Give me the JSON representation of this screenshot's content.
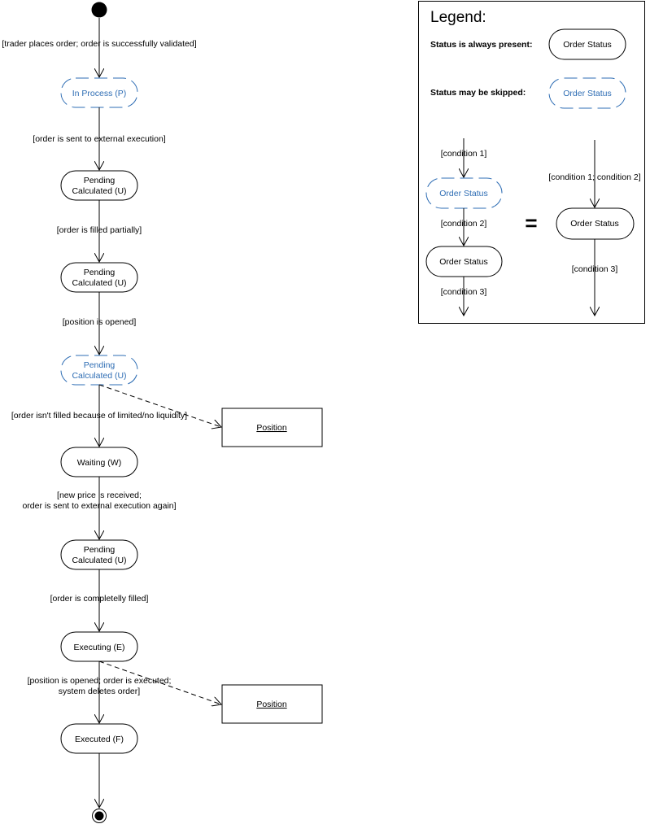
{
  "flow": {
    "nodes": {
      "in_process": "In Process (P)",
      "pending_1": [
        "Pending",
        "Calculated (U)"
      ],
      "pending_2": [
        "Pending",
        "Calculated (U)"
      ],
      "pending_3": [
        "Pending",
        "Calculated (U)"
      ],
      "waiting": "Waiting (W)",
      "pending_4": [
        "Pending",
        "Calculated (U)"
      ],
      "executing": "Executing (E)",
      "executed": "Executed (F)",
      "position_1": "Position",
      "position_2": "Position"
    },
    "conditions": {
      "c1": "[trader places order; order is successfully validated]",
      "c2": "[order is sent to external execution]",
      "c3": "[order is filled partially]",
      "c4": "[position is opened]",
      "c5": "[order isn't filled because of limited/no liquidity]",
      "c6": [
        "[new price is received;",
        "order is sent to external execution again]"
      ],
      "c7": "[order is completelly filled]",
      "c8": [
        "[position is opened; order is executed;",
        "system deletes order]"
      ]
    }
  },
  "legend": {
    "title": "Legend:",
    "always_present_label": "Status is always present:",
    "may_be_skipped_label": "Status may be skipped:",
    "sample_status": "Order Status",
    "condition_1": "[condition 1]",
    "condition_2": "[condition 2]",
    "condition_3": "[condition 3]",
    "condition_1_2": "[condition 1; condition 2]",
    "equals_sign": "="
  },
  "colors": {
    "optional_status": "#2e6db4",
    "stroke": "#000000",
    "background": "#ffffff"
  }
}
